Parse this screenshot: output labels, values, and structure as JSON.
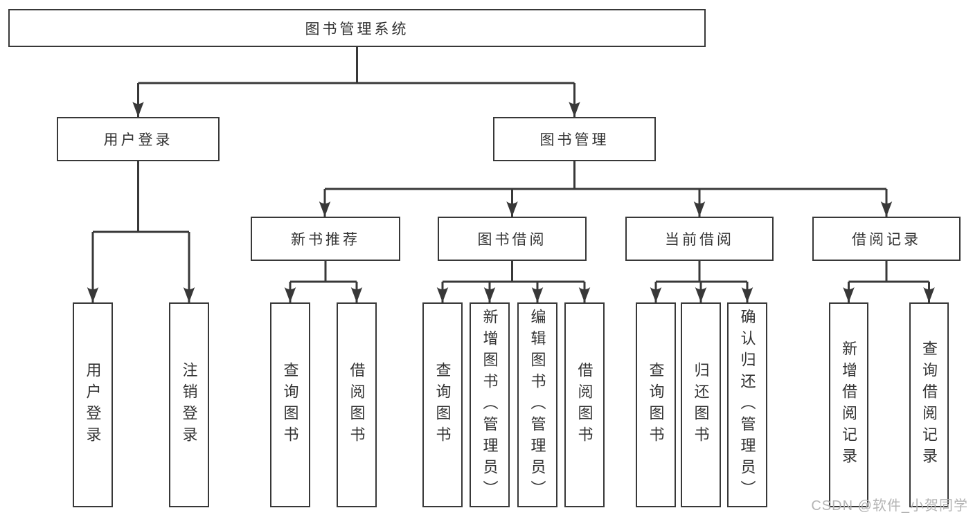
{
  "tree": {
    "label": "图书管理系统",
    "children": [
      {
        "label": "用户登录",
        "children": [
          {
            "label": "用户登录"
          },
          {
            "label": "注销登录"
          }
        ]
      },
      {
        "label": "图书管理",
        "children": [
          {
            "label": "新书推荐",
            "children": [
              {
                "label": "查询图书"
              },
              {
                "label": "借阅图书"
              }
            ]
          },
          {
            "label": "图书借阅",
            "children": [
              {
                "label": "查询图书"
              },
              {
                "label": "新增图书（管理员）"
              },
              {
                "label": "编辑图书（管理员）"
              },
              {
                "label": "借阅图书"
              }
            ]
          },
          {
            "label": "当前借阅",
            "children": [
              {
                "label": "查询图书"
              },
              {
                "label": "归还图书"
              },
              {
                "label": "确认归还（管理员）"
              }
            ]
          },
          {
            "label": "借阅记录",
            "children": [
              {
                "label": "新增借阅记录"
              },
              {
                "label": "查询借阅记录"
              }
            ]
          }
        ]
      }
    ]
  },
  "watermark": {
    "text": "CSDN @软件_小贺同学"
  },
  "colors": {
    "line": "#383838",
    "text": "#333333",
    "watermark": "#b4b4b4",
    "background": "#ffffff"
  }
}
